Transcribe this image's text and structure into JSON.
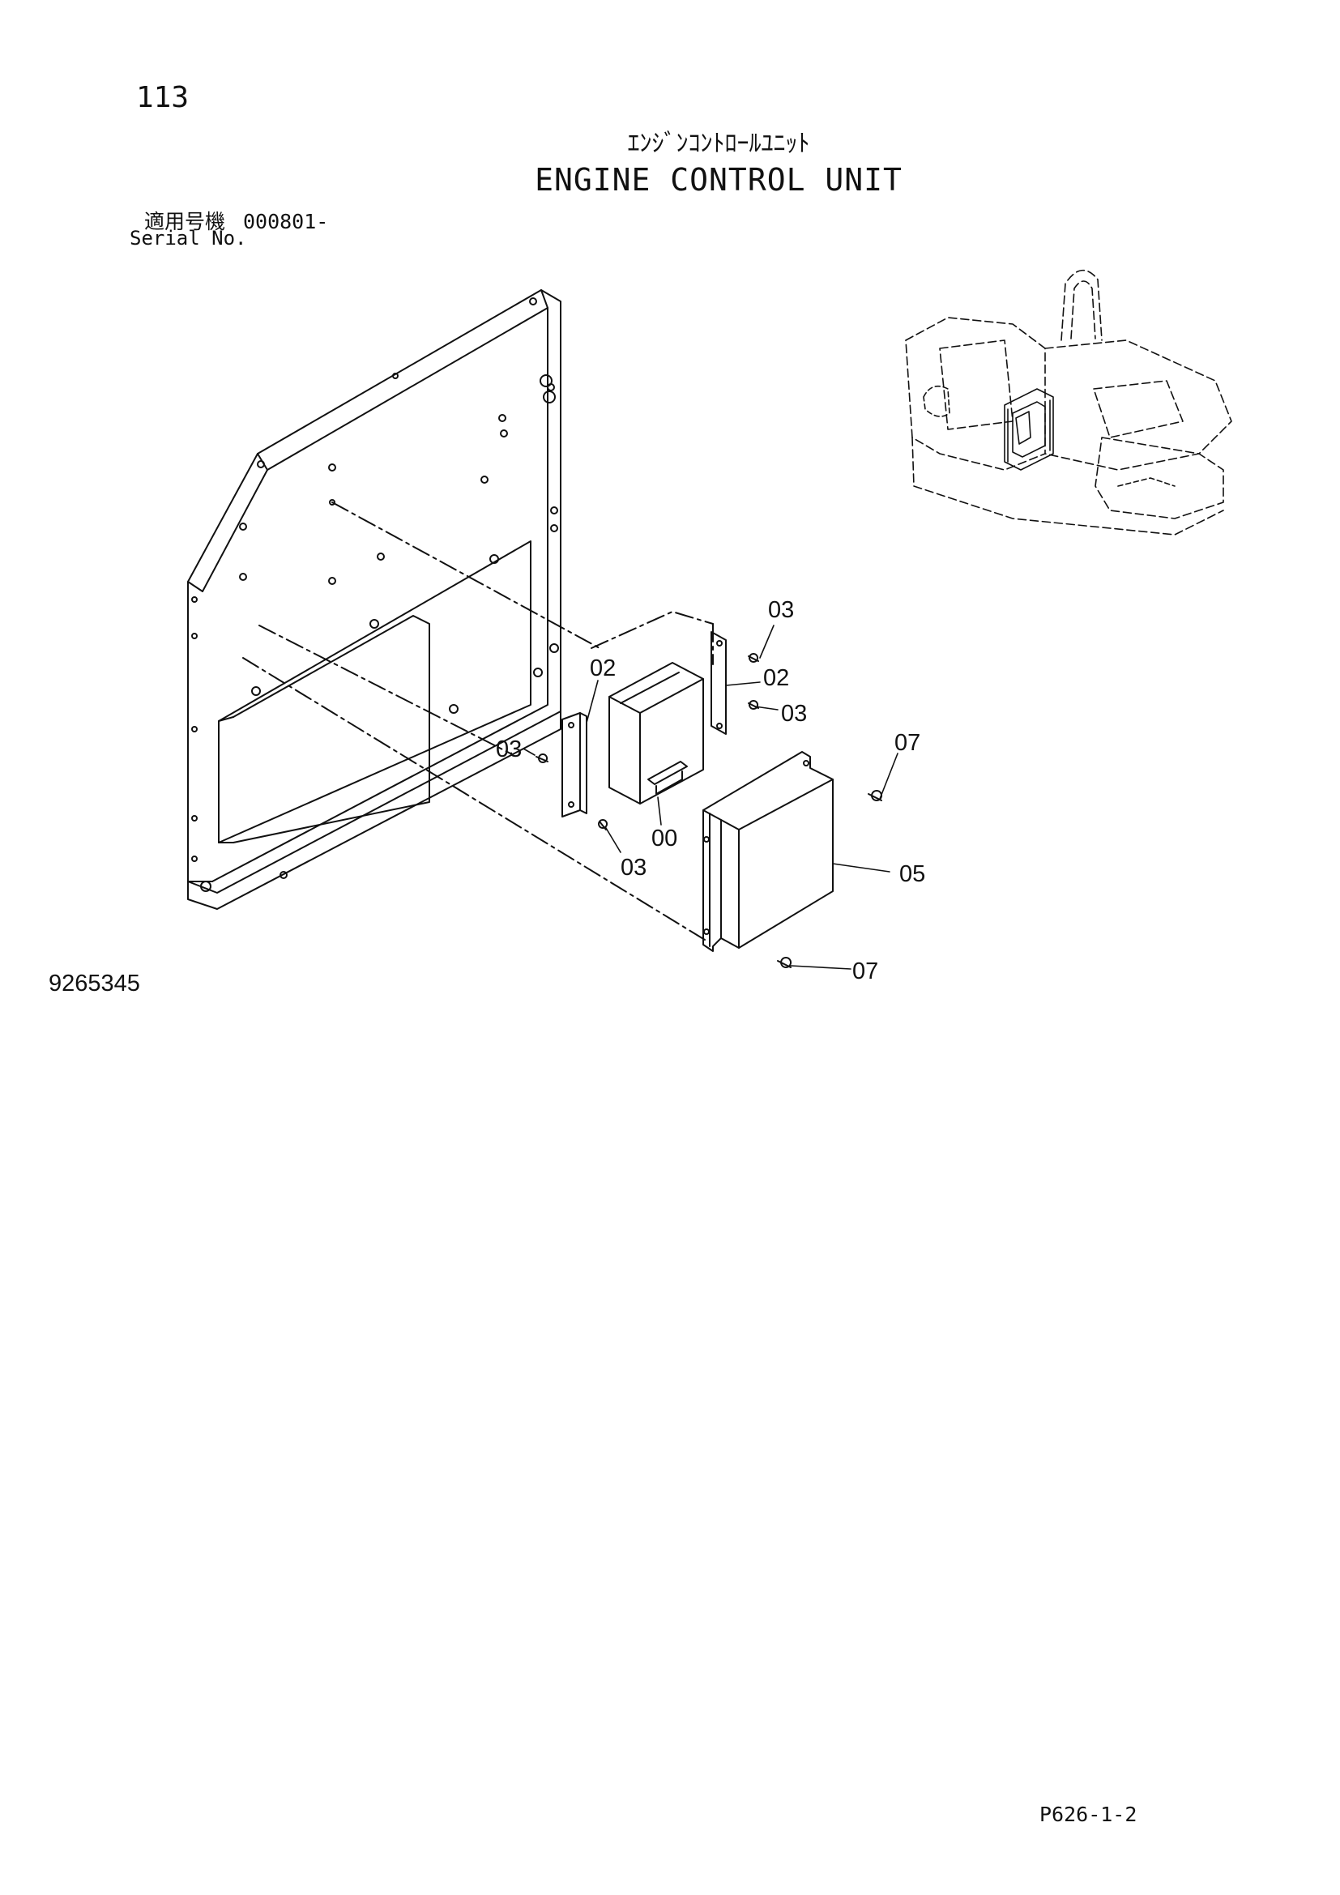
{
  "header": {
    "page_number": "113",
    "title_jp": "ｴﾝｼﾞﾝｺﾝﾄﾛｰﾙﾕﾆｯﾄ",
    "title_en": "ENGINE CONTROL UNIT",
    "serial_label_jp": "適用号機",
    "serial_value": "000801-",
    "serial_label_en": "Serial No."
  },
  "diagram": {
    "callouts": {
      "c00": "00",
      "c02a": "02",
      "c02b": "02",
      "c03a": "03",
      "c03b": "03",
      "c03c": "03",
      "c03d": "03",
      "c05": "05",
      "c07a": "07",
      "c07b": "07"
    }
  },
  "footer": {
    "figure_number": "9265345",
    "page_ref": "P626-1-2"
  }
}
